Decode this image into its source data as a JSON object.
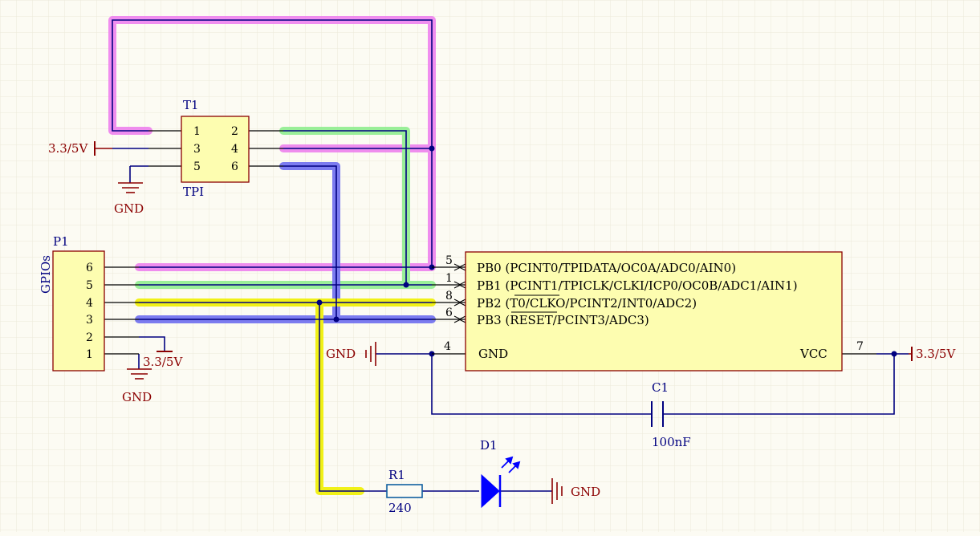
{
  "colors": {
    "background": "#fcfbf3",
    "grid": "#ece9da",
    "component_fill": "#fdfdb0",
    "component_stroke": "#8b0000",
    "wire": "#000080",
    "power": "#8b0000",
    "designator": "#000080",
    "highlight_magenta": "#ee82ee",
    "highlight_green": "#90ee90",
    "highlight_blue": "#6f6ff0",
    "highlight_yellow": "#f0f000",
    "led_blue": "#0000ff"
  },
  "t1": {
    "designator": "T1",
    "comment": "TPI",
    "pins": [
      "1",
      "2",
      "3",
      "4",
      "5",
      "6"
    ]
  },
  "p1": {
    "designator": "P1",
    "comment": "GPIOs",
    "pins": [
      "6",
      "5",
      "4",
      "3",
      "2",
      "1"
    ]
  },
  "u1": {
    "pin_numbers": [
      "5",
      "1",
      "8",
      "6",
      "4",
      "7"
    ],
    "pin_labels": [
      "PB0 (PCINT0/TPIDATA/OC0A/ADC0/AIN0)",
      "PB1 (PCINT1/TPICLK/CLKI/ICP0/OC0B/ADC1/AIN1)",
      "PB2 (T0/CLKO/PCINT2/INT0/ADC2)",
      "PB3 (RESET/PCINT3/ADC3)"
    ],
    "gnd_label": "GND",
    "vcc_label": "VCC"
  },
  "power": {
    "vcc_t1": "3.3/5V",
    "vcc_p1": "3.3/5V",
    "vcc_u1": "3.3/5V",
    "gnd_t1": "GND",
    "gnd_p1": "GND",
    "gnd_u1": "GND",
    "gnd_led": "GND"
  },
  "c1": {
    "designator": "C1",
    "value": "100nF"
  },
  "r1": {
    "designator": "R1",
    "value": "240"
  },
  "d1": {
    "designator": "D1"
  }
}
